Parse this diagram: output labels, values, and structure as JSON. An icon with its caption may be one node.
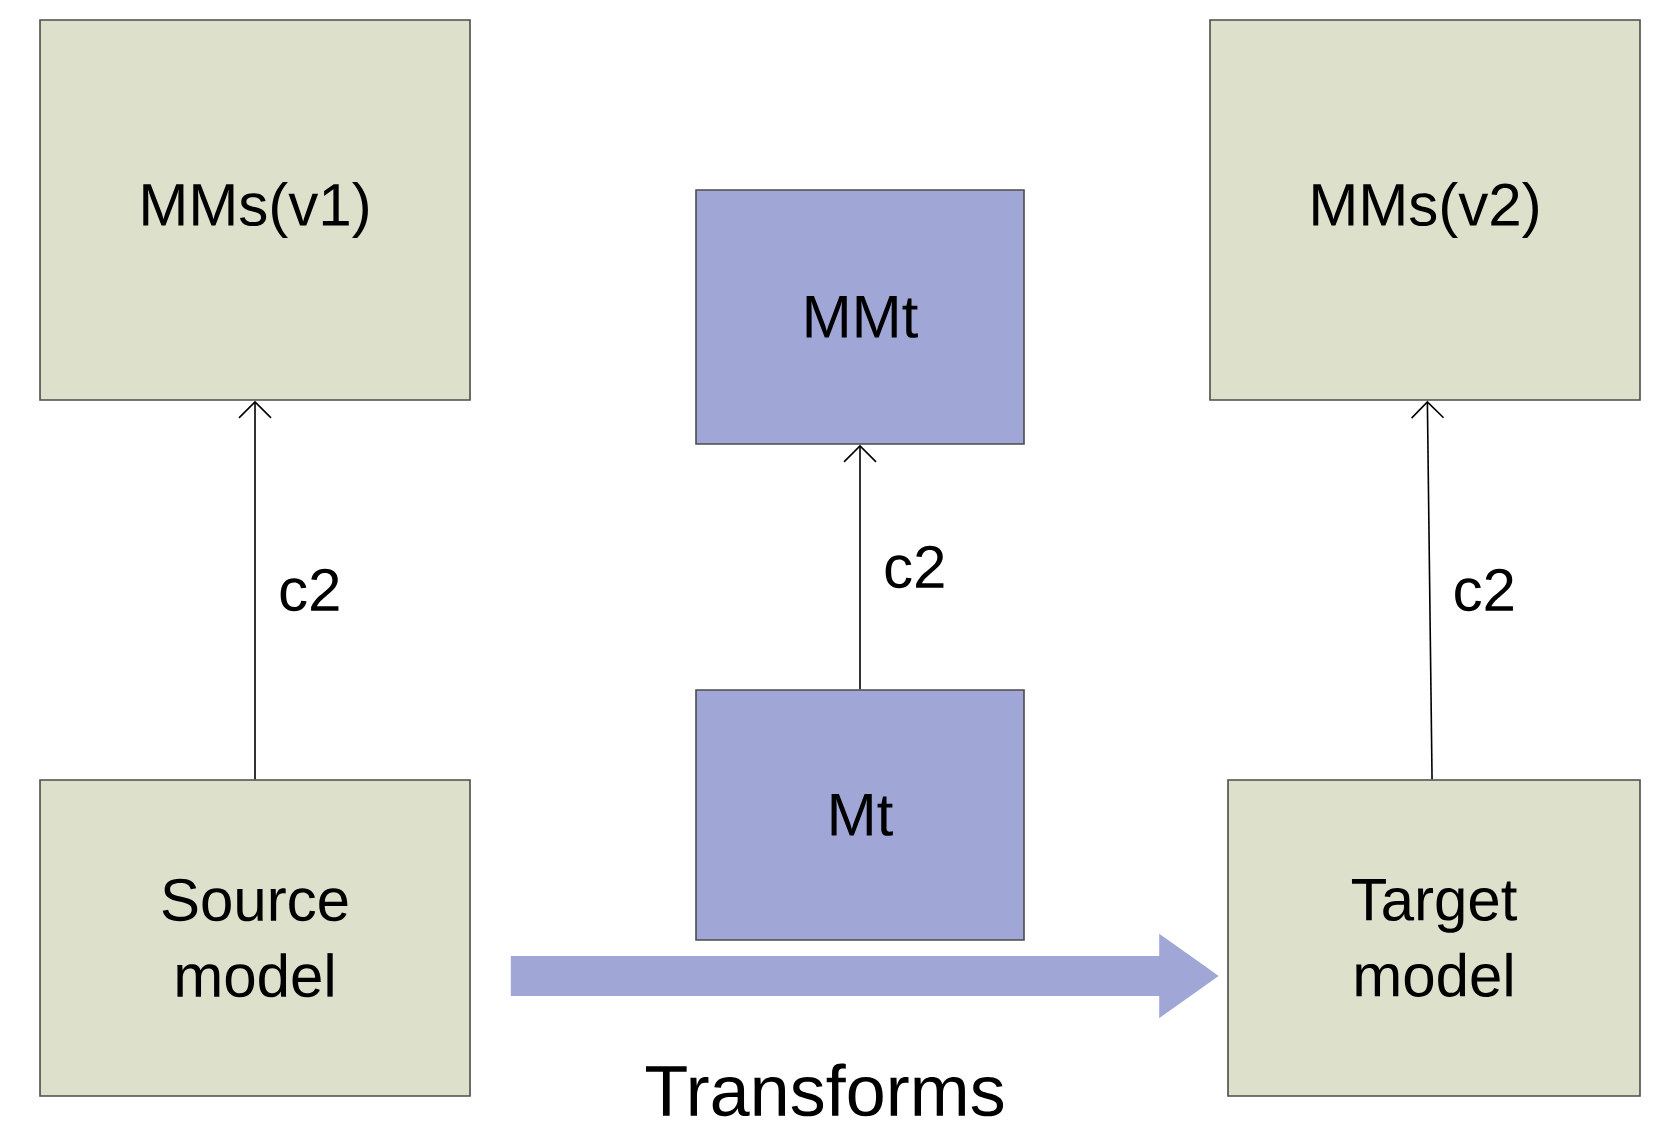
{
  "diagram": {
    "nodes": [
      {
        "text": [
          "MMs(v1)"
        ]
      },
      {
        "text": [
          "MMt"
        ]
      },
      {
        "text": [
          "MMs(v2)"
        ]
      },
      {
        "text": [
          "Source model"
        ]
      },
      {
        "text": [
          "Mt"
        ]
      },
      {
        "text": [
          "Target model"
        ]
      }
    ],
    "edges": [
      {
        "from": 3,
        "to": 0,
        "arrow": "to",
        "label": "c2"
      },
      {
        "from": 4,
        "to": 1,
        "arrow": "to",
        "label": "c2"
      },
      {
        "from": 5,
        "to": 2,
        "arrow": "to",
        "label": "c2"
      },
      {
        "from": 3,
        "to": 5,
        "arrow": "to",
        "label": "Transforms",
        "style": "thick",
        "color": "#a0a6d6"
      }
    ]
  }
}
